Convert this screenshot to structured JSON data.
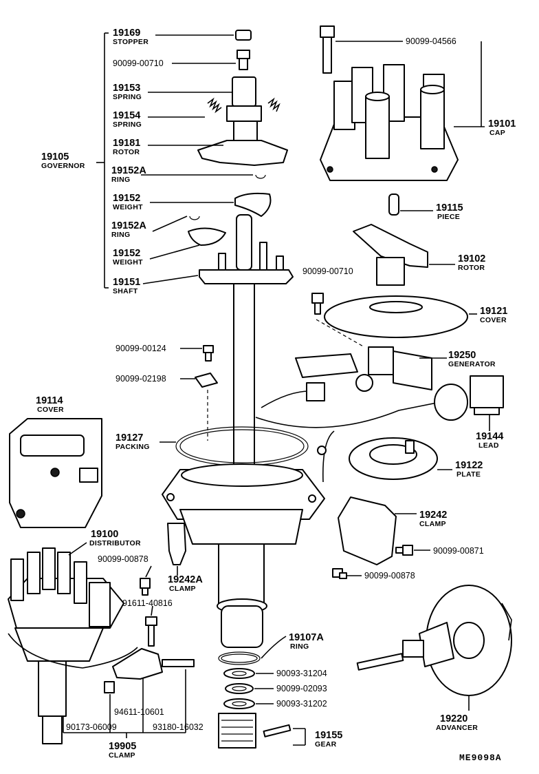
{
  "labels": {
    "p19169": "19169",
    "p19169_name": "STOPPER",
    "p90099_00710_top": "90099-00710",
    "p19153": "19153",
    "p19153_name": "SPRING",
    "p19154": "19154",
    "p19154_name": "SPRING",
    "p19181": "19181",
    "p19181_name": "ROTOR",
    "p19105": "19105",
    "p19105_name": "GOVERNOR",
    "p19152A_a": "19152A",
    "p19152A_a_name": "RING",
    "p19152_a": "19152",
    "p19152_a_name": "WEIGHT",
    "p19152A_b": "19152A",
    "p19152A_b_name": "RING",
    "p19152_b": "19152",
    "p19152_b_name": "WEIGHT",
    "p19151": "19151",
    "p19151_name": "SHAFT",
    "p90099_04566": "90099-04566",
    "p19101": "19101",
    "p19101_name": "CAP",
    "p19115": "19115",
    "p19115_name": "PIECE",
    "p90099_00710_mid": "90099-00710",
    "p19102": "19102",
    "p19102_name": "ROTOR",
    "p19121": "19121",
    "p19121_name": "COVER",
    "p90099_00124": "90099-00124",
    "p19250": "19250",
    "p19250_name": "GENERATOR",
    "p90099_02198": "90099-02198",
    "p19114": "19114",
    "p19114_name": "COVER",
    "p19127": "19127",
    "p19127_name": "PACKING",
    "p19144": "19144",
    "p19144_name": "LEAD",
    "p19122": "19122",
    "p19122_name": "PLATE",
    "p19242": "19242",
    "p19242_name": "CLAMP",
    "p90099_00871": "90099-00871",
    "p19100": "19100",
    "p19100_name": "DISTRIBUTOR",
    "p90099_00878_left": "90099-00878",
    "p19242A": "19242A",
    "p19242A_name": "CLAMP",
    "p90099_00878_right": "90099-00878",
    "p91611_40816": "91611-40816",
    "p19107A": "19107A",
    "p19107A_name": "RING",
    "p90093_31204": "90093-31204",
    "p90099_02093": "90099-02093",
    "p90093_31202": "90093-31202",
    "p94611_10601": "94611-10601",
    "p90173_06009": "90173-06009",
    "p93180_16032": "93180-16032",
    "p19155": "19155",
    "p19155_name": "GEAR",
    "p19905": "19905",
    "p19905_name": "CLAMP",
    "p19220": "19220",
    "p19220_name": "ADVANCER",
    "drawing_ref": "ME9098A"
  }
}
